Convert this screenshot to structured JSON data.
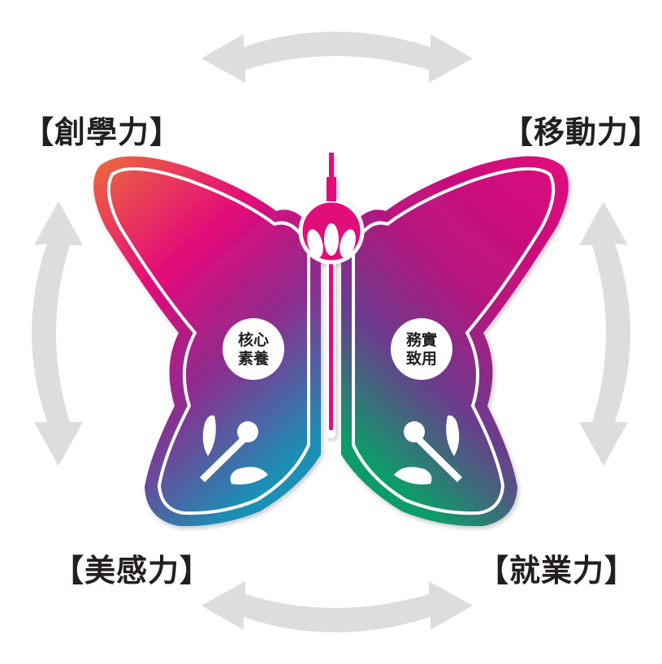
{
  "labels": {
    "top_left": "【創學力】",
    "top_right": "【移動力】",
    "bottom_left": "【美感力】",
    "bottom_right": "【就業力】"
  },
  "center": {
    "left_line1": "核心",
    "left_line2": "素養",
    "right_line1": "務實",
    "right_line2": "致用"
  },
  "colors": {
    "arrow": "#dcdddd",
    "wing_top_left": "#ee6a3c",
    "wing_mid": "#e2097a",
    "wing_purple": "#8a2f8f",
    "wing_bottom_left": "#1a8fb5",
    "wing_bottom_right": "#0f9b6b",
    "text": "#231f20"
  }
}
